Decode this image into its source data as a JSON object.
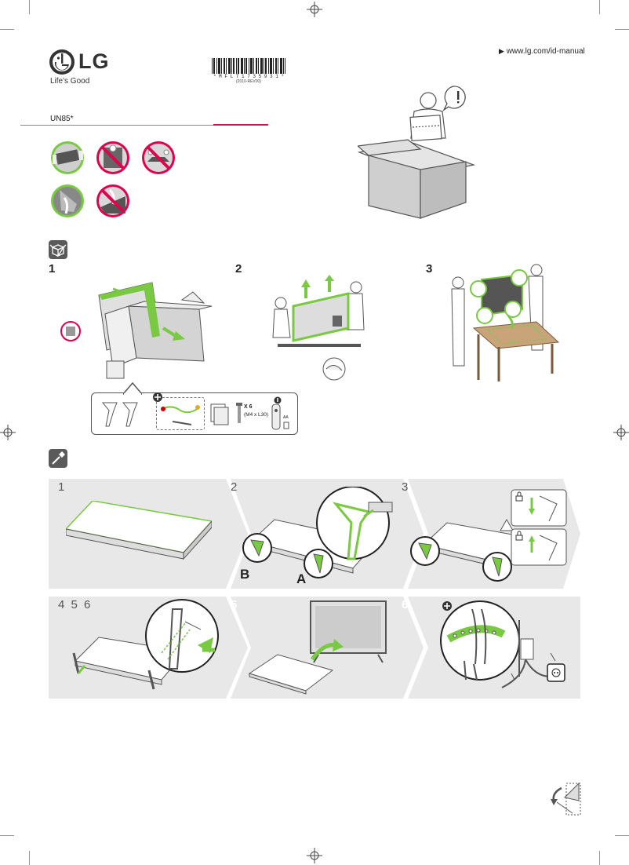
{
  "brand": {
    "logo_text": "LG",
    "tagline": "Life's Good"
  },
  "barcode": {
    "code": "* M F L 7 1 7 3 5 9 3 1 *",
    "revision": "(2010-REV00)"
  },
  "manual_link": "www.lg.com/id-manual",
  "model": "UN85*",
  "colors": {
    "accent_green": "#7ac943",
    "accent_red": "#c8174b",
    "warning_red": "#e0004d",
    "panel_gray": "#e8e8e8",
    "icon_dark": "#5a5a5a"
  },
  "unpack_steps": {
    "icon": "box-open-icon",
    "steps": [
      "1",
      "2",
      "3"
    ]
  },
  "components": {
    "screws": "X 6",
    "screw_size": "(M4 x L30)",
    "batteries": "AA"
  },
  "assembly": {
    "icon": "screwdriver-icon",
    "row1": [
      "1",
      "2",
      "3"
    ],
    "row2": [
      "4 5 6",
      "5",
      "6"
    ],
    "label_a": "A",
    "label_b": "B"
  }
}
